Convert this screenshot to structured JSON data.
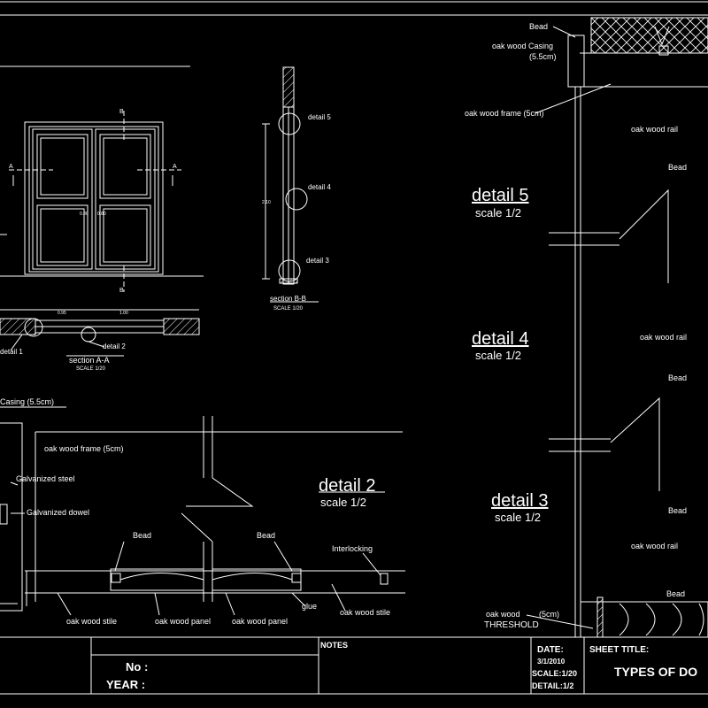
{
  "drawing": {
    "door": {
      "cut_marks": [
        "B",
        "B",
        "A",
        "A"
      ],
      "dims": [
        "0.80",
        "0.80"
      ],
      "section_aa": {
        "title": "section A-A",
        "scale": "SCALE 1/20",
        "dims": [
          "0.95",
          "1.00"
        ]
      },
      "detail1_label": "detail 1",
      "detail2_label": "detail 2"
    },
    "section_bb": {
      "title": "section B-B",
      "scale": "SCALE 1/20",
      "detail_labels": [
        "detail 3",
        "detail 4",
        "detail 5"
      ],
      "dim": "2.10"
    },
    "detail2": {
      "title": "detail 2",
      "scale": "scale 1/2",
      "labels": {
        "casing": "Casing (5.5cm)",
        "frame": "oak wood frame (5cm)",
        "galv_steel": "Galvanized steel",
        "galv_dowel": "Galvanized dowel",
        "bead_left": "Bead",
        "bead_right": "Bead",
        "interlocking": "Interlocking",
        "glue": "glue",
        "stile_left": "oak wood stile",
        "panel_left": "oak wood panel",
        "panel_right": "oak wood panel",
        "stile_right": "oak wood stile"
      }
    },
    "details_right": {
      "detail5": {
        "title": "detail 5",
        "scale": "scale 1/2"
      },
      "detail4": {
        "title": "detail 4",
        "scale": "scale 1/2"
      },
      "detail3": {
        "title": "detail 3",
        "scale": "scale 1/2"
      },
      "labels": {
        "bead_top": "Bead",
        "casing_1": "oak wood Casing",
        "casing_2": "(5.5cm)",
        "frame": "oak wood frame (5cm)",
        "rail_1": "oak wood rail",
        "bead_1": "Bead",
        "rail_2": "oak wood rail",
        "bead_2": "Bead",
        "bead_3": "Bead",
        "rail_3": "oak wood rail",
        "bead_4": "Bead",
        "threshold_1": "oak wood",
        "threshold_size": "(5cm)",
        "threshold_2": "THRESHOLD"
      }
    }
  },
  "title_block": {
    "no_label": "No :",
    "year_label": "YEAR :",
    "notes_label": "NOTES",
    "date_label": "DATE:",
    "date_value": "3/1/2010",
    "scale_label": "SCALE:1/20",
    "detail_label": "DETAIL:1/2",
    "sheet_title_label": "SHEET TITLE:",
    "sheet_title": "TYPES OF DO"
  }
}
